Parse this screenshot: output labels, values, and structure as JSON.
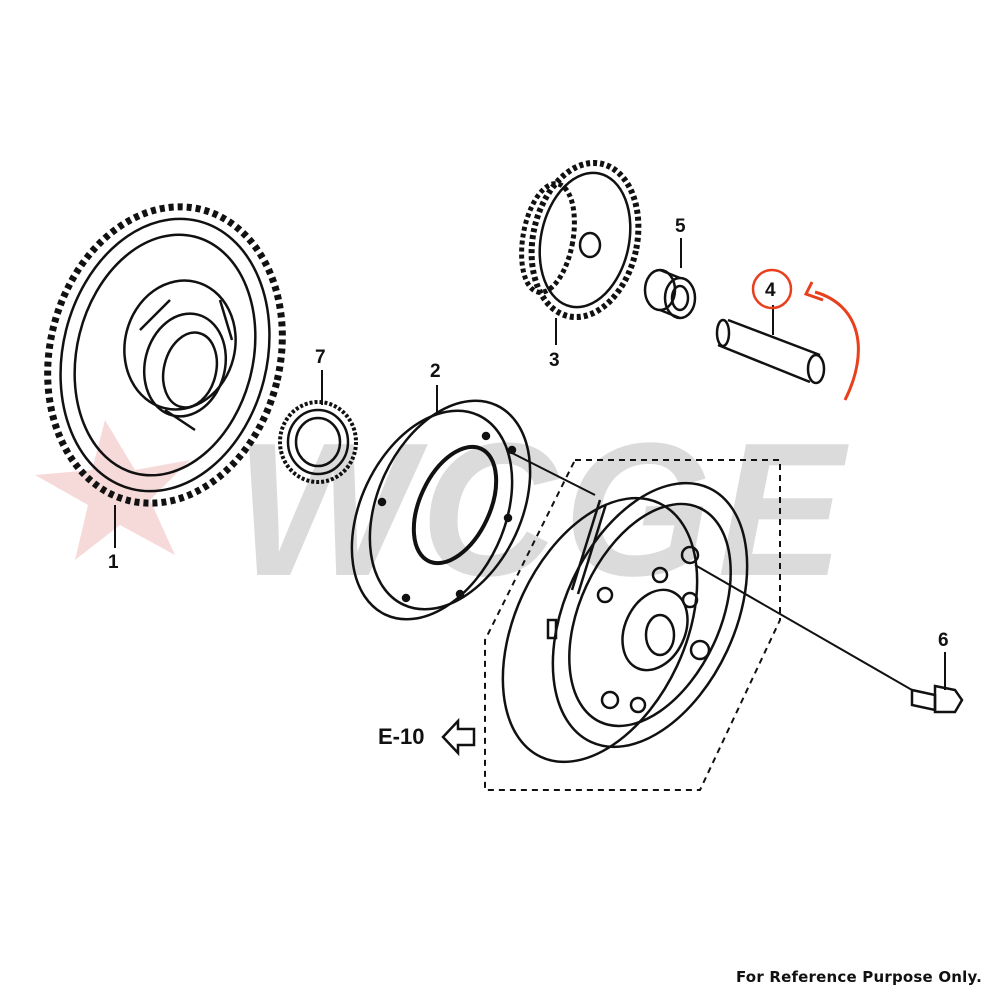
{
  "diagram": {
    "parts": [
      {
        "number": "1"
      },
      {
        "number": "2"
      },
      {
        "number": "3"
      },
      {
        "number": "4"
      },
      {
        "number": "5"
      },
      {
        "number": "6"
      },
      {
        "number": "7"
      }
    ],
    "highlighted_part": "4",
    "reference": "E-10",
    "watermark": "WCGE",
    "highlight_color": "#e8401c",
    "line_color": "#111111"
  },
  "footer": {
    "note": "For Reference Purpose Only."
  }
}
